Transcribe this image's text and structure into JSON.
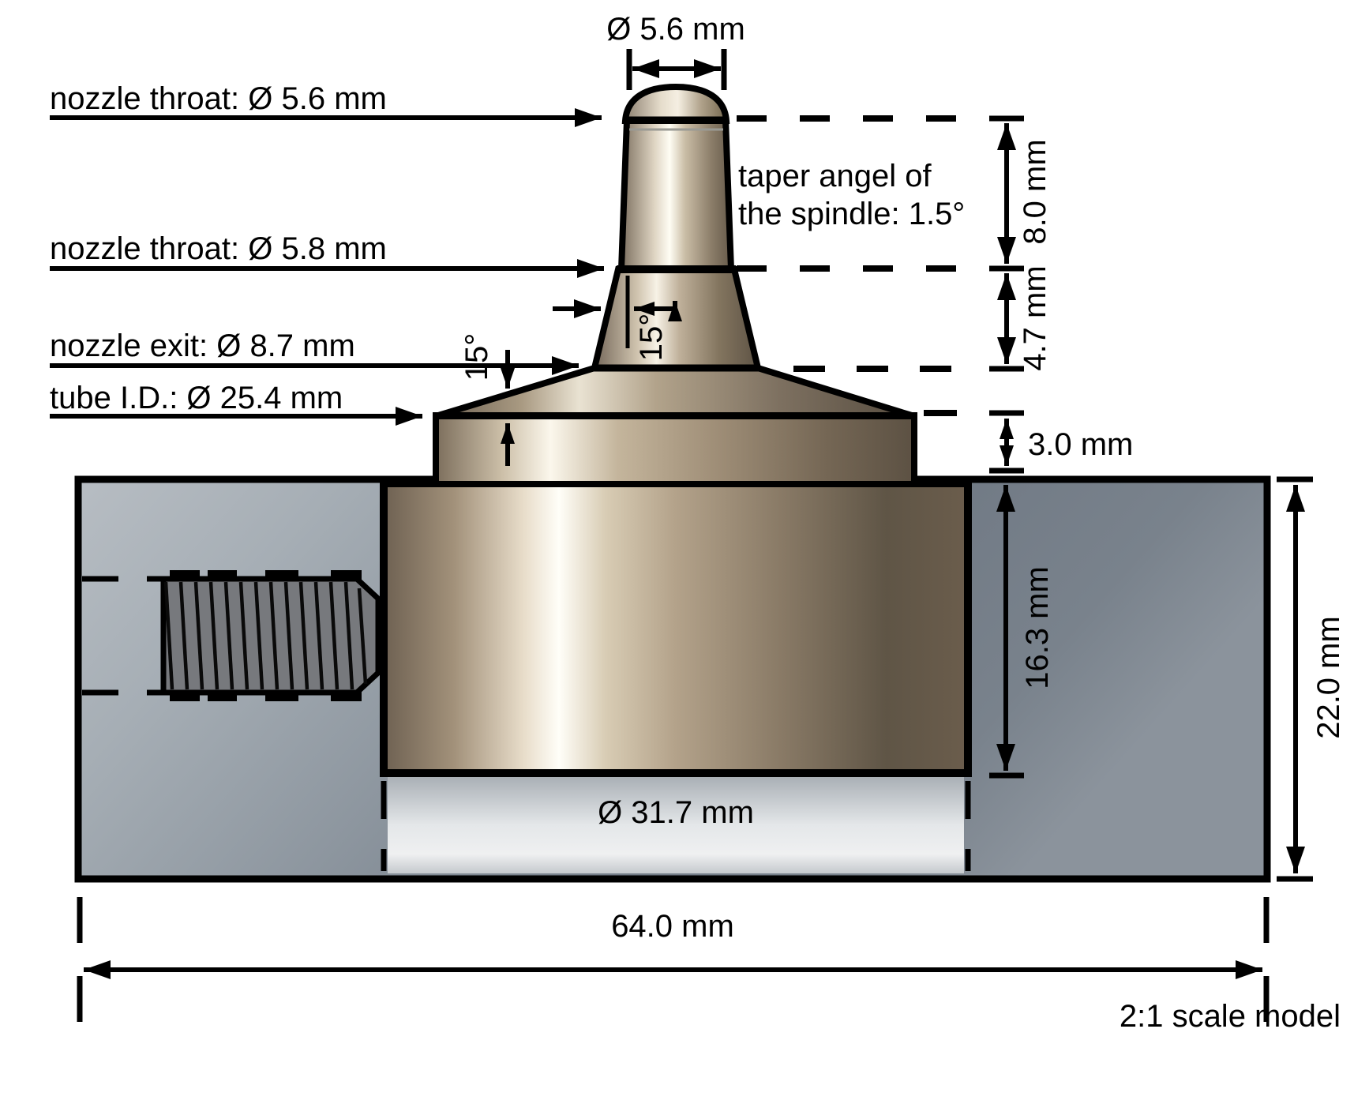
{
  "scale_note": "2:1 scale model",
  "dims": {
    "top_diameter": "Ø 5.6 mm",
    "h_spindle_top": "8.0 mm",
    "h_cone": "4.7 mm",
    "h_flange": "3.0 mm",
    "h_body": "16.3 mm",
    "h_tube": "22.0 mm",
    "dia_body": "Ø 31.7 mm",
    "w_tube": "64.0 mm"
  },
  "leaders": {
    "throat_56": "nozzle throat: Ø 5.6 mm",
    "throat_58": "nozzle throat: Ø 5.8 mm",
    "exit_87": "nozzle exit: Ø 8.7 mm",
    "tube_id": "tube I.D.: Ø 25.4 mm"
  },
  "notes": {
    "taper_line1": "taper angel of",
    "taper_line2": "the spindle: 1.5°",
    "cone_angle_left": "15°",
    "cone_angle_inner": "15°"
  },
  "colors": {
    "outline": "#000000",
    "brass_mid": "#b3a28a",
    "tube_gray": "#8a939d",
    "thread_gray": "#77797d",
    "background": "#ffffff"
  }
}
